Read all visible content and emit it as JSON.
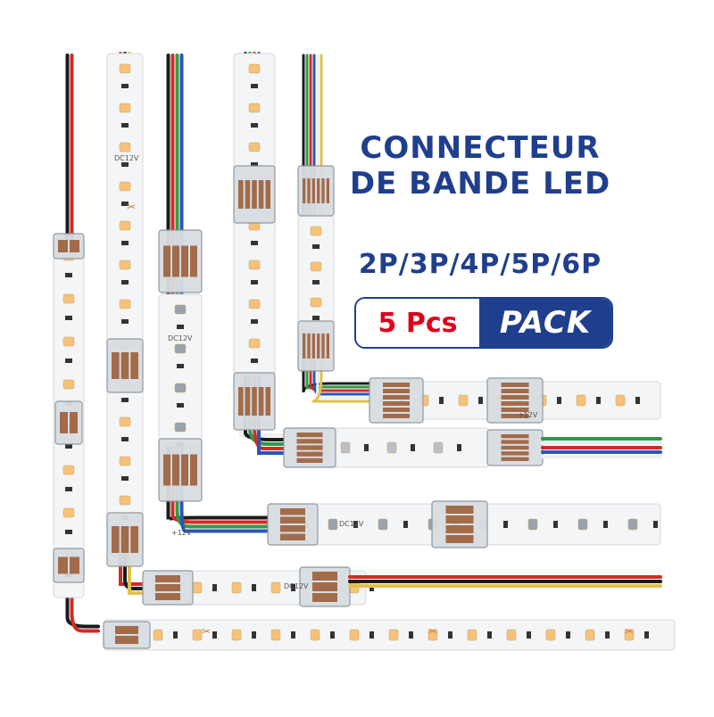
{
  "title_line1": "CONNECTEUR",
  "title_line2": "DE BANDE LED",
  "subtitle": "2P/3P/4P/5P/6P",
  "badge": {
    "count": "5 Pcs",
    "label": "PACK"
  },
  "strip_labels": {
    "voltage": "DC12V",
    "voltage_plus": "+12V",
    "cut_mark": "✂"
  },
  "colors": {
    "title_blue": "#1f3f8e",
    "badge_red": "#e1001c",
    "strip_white": "#f4f5f7",
    "led_warm": "#f6c27a",
    "wire_red": "#d62a24",
    "wire_black": "#1b1b1b",
    "wire_green": "#2e9a4a",
    "wire_blue": "#2a56b8",
    "wire_yellow": "#e0c24a",
    "wire_white": "#efefef"
  },
  "icons": [
    "led-chip-icon",
    "scissors-icon",
    "connector-clip-icon"
  ]
}
